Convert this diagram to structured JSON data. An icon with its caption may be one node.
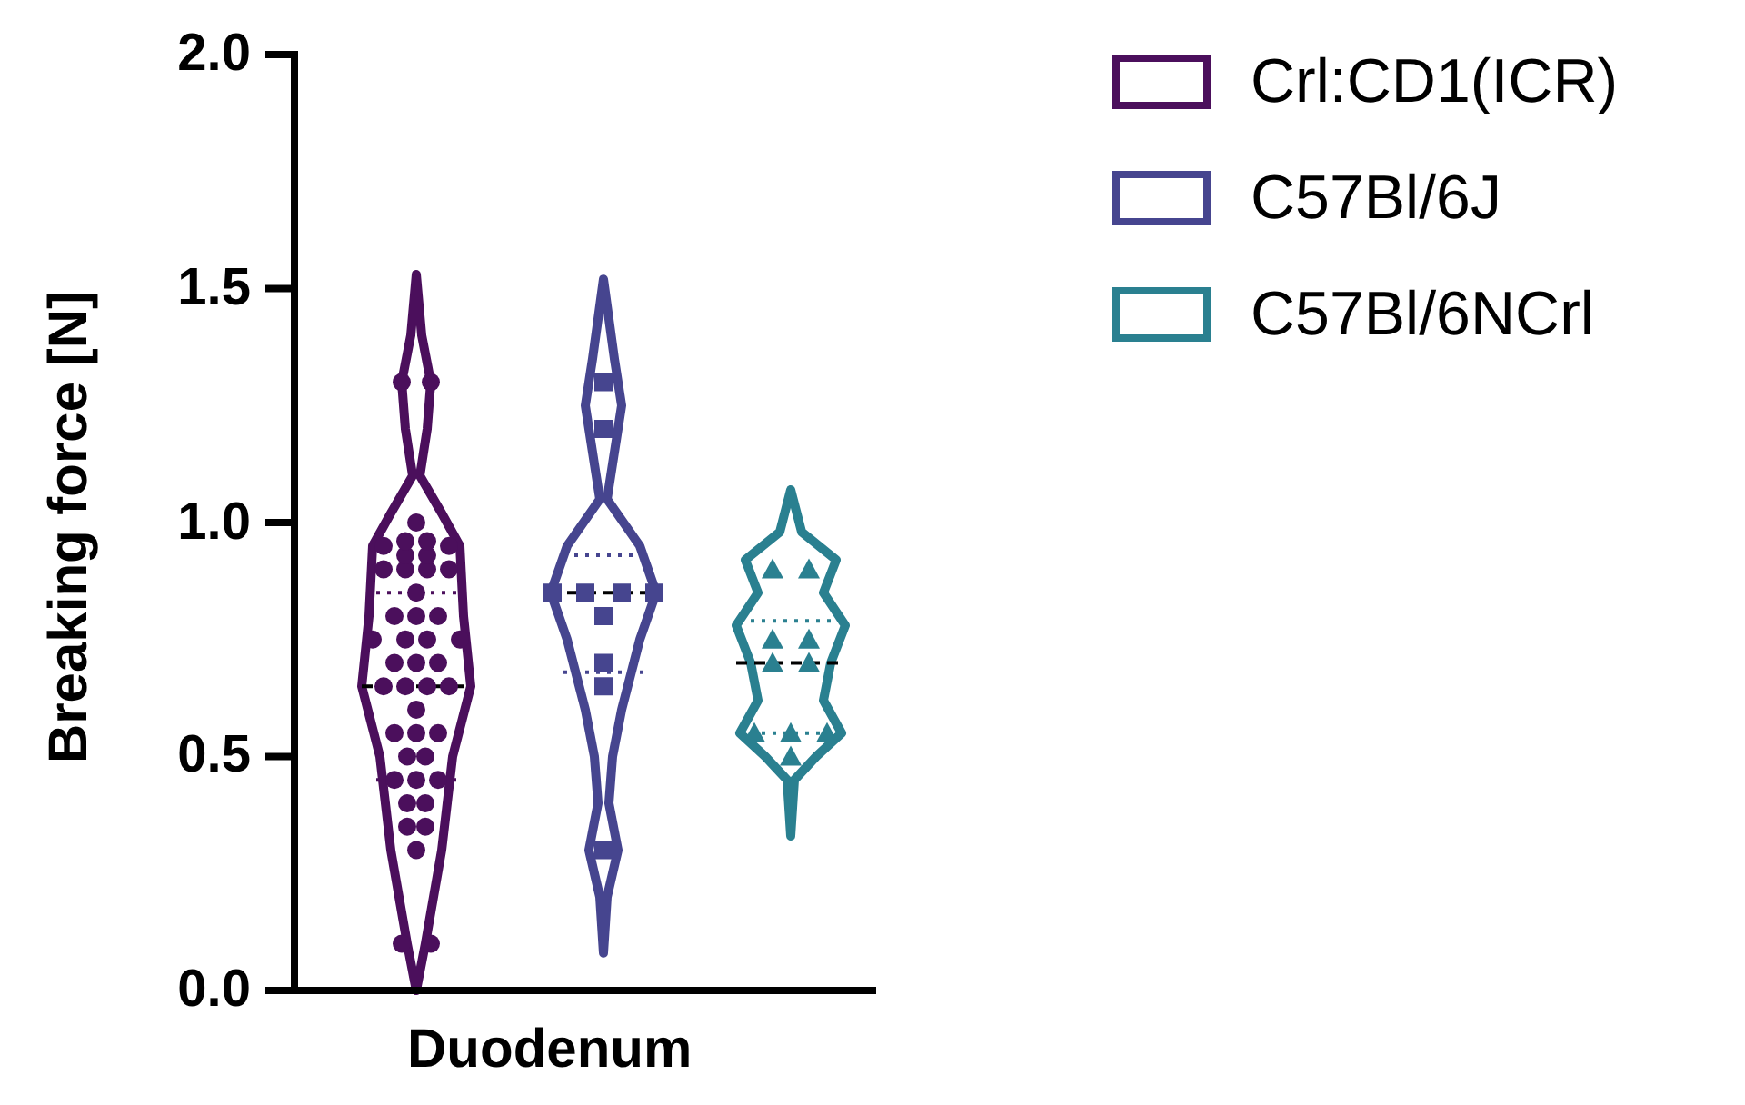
{
  "diagram": {
    "labels": [
      "Breaking force [N]",
      "2.0",
      "1.5",
      "1.0",
      "0.5",
      "0.0",
      "Duodenum"
    ],
    "legend": [
      {
        "text": "Crl:CD1(ICR)",
        "color": "#4b0f5c"
      },
      {
        "text": "C57Bl/6J",
        "color": "#46458f"
      },
      {
        "text": "C57Bl/6NCrl",
        "color": "#2a8090"
      }
    ]
  }
}
